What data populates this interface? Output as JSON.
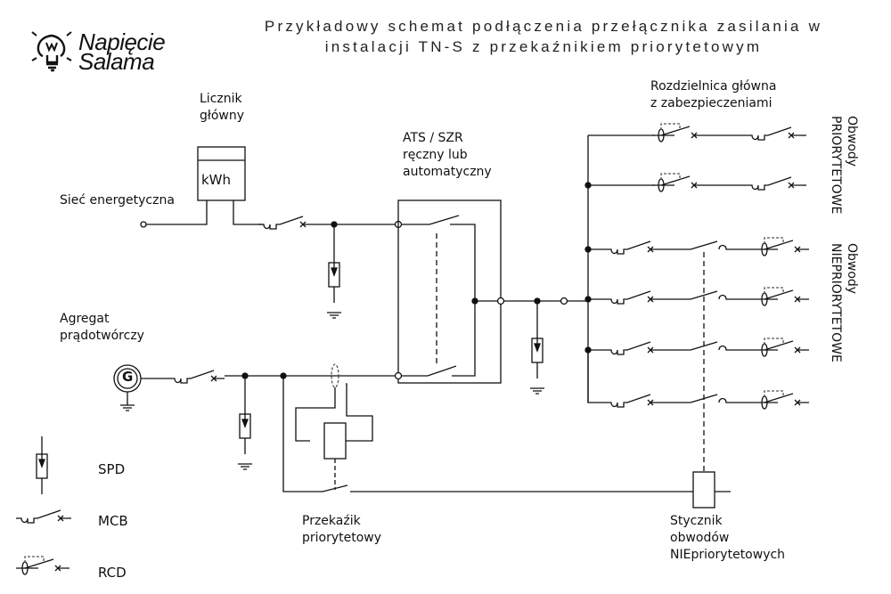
{
  "title": {
    "line1": "Przykładowy schemat podłączenia przełącznika zasilania w",
    "line2": "instalacji TN-S z przekaźnikiem priorytetowym"
  },
  "logo": {
    "line1": "Napięcie",
    "line2": "Salama",
    "icon": "lightbulb-w-icon"
  },
  "labels": {
    "meter_1": "Licznik",
    "meter_2": "główny",
    "meter_unit": "kWh",
    "grid": "Sieć energetyczna",
    "ats_1": "ATS / SZR",
    "ats_2": "ręczny lub",
    "ats_3": "automatyczny",
    "gen_1": "Agregat",
    "gen_2": "prądotwórczy",
    "gen_symbol": "G",
    "board_1": "Rozdzielnica główna",
    "board_2": "z zabezpieczeniami",
    "prio_1": "Obwody",
    "prio_2": "PRIORYTETOWE",
    "nonprio_1": "Obwody",
    "nonprio_2": "NIEPRIORYTETOWE",
    "relay_1": "Przekaźik",
    "relay_2": "priorytetowy",
    "contactor_1": "Stycznik",
    "contactor_2": "obwodów",
    "contactor_3": "NIEpriorytetowych"
  },
  "legend": [
    {
      "symbol": "spd-icon",
      "label": "SPD"
    },
    {
      "symbol": "mcb-icon",
      "label": "MCB"
    },
    {
      "symbol": "rcd-icon",
      "label": "RCD"
    }
  ]
}
